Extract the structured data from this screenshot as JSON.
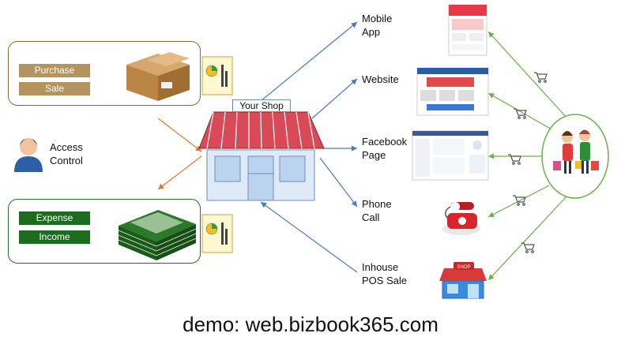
{
  "top_box": {
    "items": [
      "Purchase",
      "Sale"
    ]
  },
  "access_control": {
    "label": "Access\nControl"
  },
  "bottom_box": {
    "items": [
      "Expense",
      "Income"
    ]
  },
  "shop": {
    "title": "Your Shop"
  },
  "channels": [
    {
      "label": "Mobile\nApp"
    },
    {
      "label": "Website"
    },
    {
      "label": "Facebook\nPage"
    },
    {
      "label": "Phone\nCall"
    },
    {
      "label": "Inhouse\nPOS Sale"
    }
  ],
  "screen_texts": {
    "pos_sign": "SHOP"
  },
  "footer": {
    "text": "demo: web.bizbook365.com"
  },
  "colors": {
    "arrow_blue": "#4a78c2",
    "arrow_orange": "#e07a2a",
    "arrow_green": "#6bb04a",
    "tan": "#b4945e",
    "green": "#1e6a1e"
  }
}
